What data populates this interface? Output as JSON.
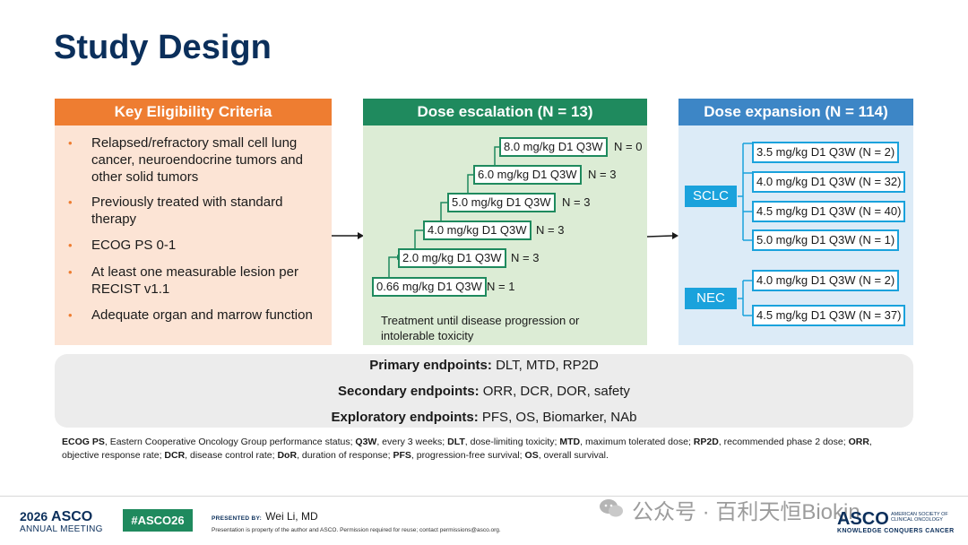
{
  "title": "Study Design",
  "eligibility": {
    "header": "Key Eligibility Criteria",
    "items": [
      "Relapsed/refractory small cell lung cancer, neuroendocrine tumors and other solid tumors",
      "Previously treated with standard therapy",
      "ECOG PS 0-1",
      "At least one measurable lesion per RECIST v1.1",
      "Adequate organ and marrow function"
    ]
  },
  "escalation": {
    "header": "Dose escalation (N = 13)",
    "doses": [
      {
        "label": "8.0 mg/kg D1 Q3W",
        "n": "N = 0"
      },
      {
        "label": "6.0 mg/kg D1 Q3W",
        "n": "N = 3"
      },
      {
        "label": "5.0 mg/kg D1 Q3W",
        "n": "N = 3"
      },
      {
        "label": "4.0 mg/kg D1 Q3W",
        "n": "N = 3"
      },
      {
        "label": "2.0 mg/kg D1 Q3W",
        "n": "N = 3"
      },
      {
        "label": "0.66 mg/kg D1 Q3W",
        "n": "N = 1"
      }
    ],
    "note": "Treatment until disease progression or intolerable toxicity"
  },
  "expansion": {
    "header": "Dose expansion (N = 114)",
    "sclc_label": "SCLC",
    "sclc_arms": [
      "3.5 mg/kg D1 Q3W (N = 2)",
      "4.0 mg/kg D1 Q3W (N = 32)",
      "4.5 mg/kg D1 Q3W (N = 40)",
      "5.0 mg/kg D1 Q3W (N = 1)"
    ],
    "nec_label": "NEC",
    "nec_arms": [
      "4.0 mg/kg D1 Q3W (N = 2)",
      "4.5 mg/kg D1 Q3W (N = 37)"
    ]
  },
  "endpoints": {
    "primary_label": "Primary endpoints:",
    "primary_value": "DLT, MTD, RP2D",
    "secondary_label": "Secondary endpoints:",
    "secondary_value": "ORR, DCR, DOR, safety",
    "exploratory_label": "Exploratory endpoints:",
    "exploratory_value": "PFS, OS, Biomarker, NAb"
  },
  "abbreviations": [
    {
      "term": "ECOG PS",
      "def": ", Eastern Cooperative Oncology Group performance status; "
    },
    {
      "term": "Q3W",
      "def": ", every 3 weeks; "
    },
    {
      "term": "DLT",
      "def": ", dose-limiting toxicity; "
    },
    {
      "term": "MTD",
      "def": ", maximum tolerated dose; "
    },
    {
      "term": "RP2D",
      "def": ", recommended phase 2 dose; "
    },
    {
      "term": "ORR",
      "def": ", objective response rate; "
    },
    {
      "term": "DCR",
      "def": ", disease control rate; "
    },
    {
      "term": "DoR",
      "def": ", duration of response; "
    },
    {
      "term": "PFS",
      "def": ", progression-free survival; "
    },
    {
      "term": "OS",
      "def": ", overall survival."
    }
  ],
  "footer": {
    "meeting_year": "2026",
    "meeting_brand": "ASCO",
    "meeting_sub": "ANNUAL MEETING",
    "hashtag": "#ASCO26",
    "presented_by_label": "PRESENTED BY:",
    "presenter": "Wei Li, MD",
    "notice": "Presentation is property of the author and ASCO. Permission required for reuse; contact permissions@asco.org.",
    "watermark": "公众号 · 百利天恒Biokin",
    "asco_logo": "ASCO",
    "asco_society": "AMERICAN SOCIETY OF CLINICAL ONCOLOGY",
    "asco_tagline": "KNOWLEDGE CONQUERS CANCER"
  },
  "colors": {
    "title": "#0b2f5b",
    "eligibility": "#ee7d31",
    "escalation": "#1f8a5e",
    "expansion": "#3d86c6",
    "cohort": "#1aa2dc"
  }
}
